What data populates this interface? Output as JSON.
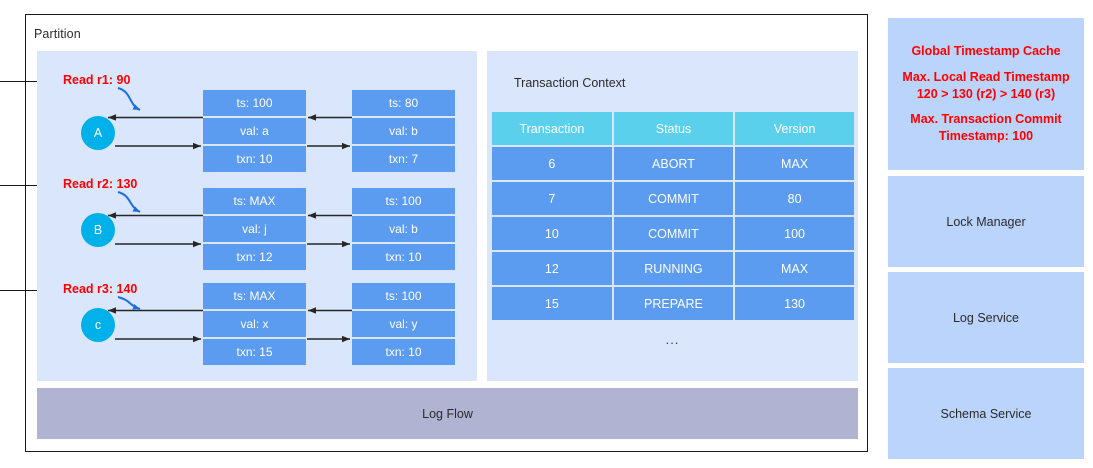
{
  "partition": {
    "title": "Partition",
    "log_flow_label": "Log Flow"
  },
  "timeline": {
    "reads": [
      {
        "label": "Read r1: 90"
      },
      {
        "label": "Read r2: 130"
      },
      {
        "label": "Read r3: 140"
      }
    ]
  },
  "mvcc": {
    "rows": [
      {
        "key": "A",
        "versions": [
          {
            "ts": "ts: 100",
            "val": "val: a",
            "txn": "txn: 10"
          },
          {
            "ts": "ts: 80",
            "val": "val: b",
            "txn": "txn: 7"
          }
        ]
      },
      {
        "key": "B",
        "versions": [
          {
            "ts": "ts: MAX",
            "val": "val: j",
            "txn": "txn: 12"
          },
          {
            "ts": "ts: 100",
            "val": "val: b",
            "txn": "txn: 10"
          }
        ]
      },
      {
        "key": "c",
        "versions": [
          {
            "ts": "ts: MAX",
            "val": "val: x",
            "txn": "txn: 15"
          },
          {
            "ts": "ts: 100",
            "val": "val: y",
            "txn": "txn: 10"
          }
        ]
      }
    ]
  },
  "transaction_context": {
    "title": "Transaction Context",
    "columns": [
      "Transaction",
      "Status",
      "Version"
    ],
    "rows": [
      [
        "6",
        "ABORT",
        "MAX"
      ],
      [
        "7",
        "COMMIT",
        "80"
      ],
      [
        "10",
        "COMMIT",
        "100"
      ],
      [
        "12",
        "RUNNING",
        "MAX"
      ],
      [
        "15",
        "PREPARE",
        "130"
      ]
    ],
    "ellipsis": "..."
  },
  "services": {
    "global_timestamp_cache": {
      "title": "Global Timestamp Cache",
      "line1": "Max. Local Read Timestamp",
      "line2": "120 > 130 (r2) > 140 (r3)",
      "line3": "Max. Transaction Commit",
      "line4": "Timestamp: 100"
    },
    "lock_manager": "Lock Manager",
    "log_service": "Log Service",
    "schema_service": "Schema Service"
  },
  "colors": {
    "panel_light": "#d9e6fb",
    "version_cell": "#5b9bf0",
    "table_header": "#5bd0ec",
    "row_circle": "#00b0e8",
    "service_box": "#bbd4fb",
    "log_flow": "#b0b3d2",
    "read_label": "#ff0000",
    "arrow": "#262626",
    "hint_arrow": "#1a6fe0"
  }
}
